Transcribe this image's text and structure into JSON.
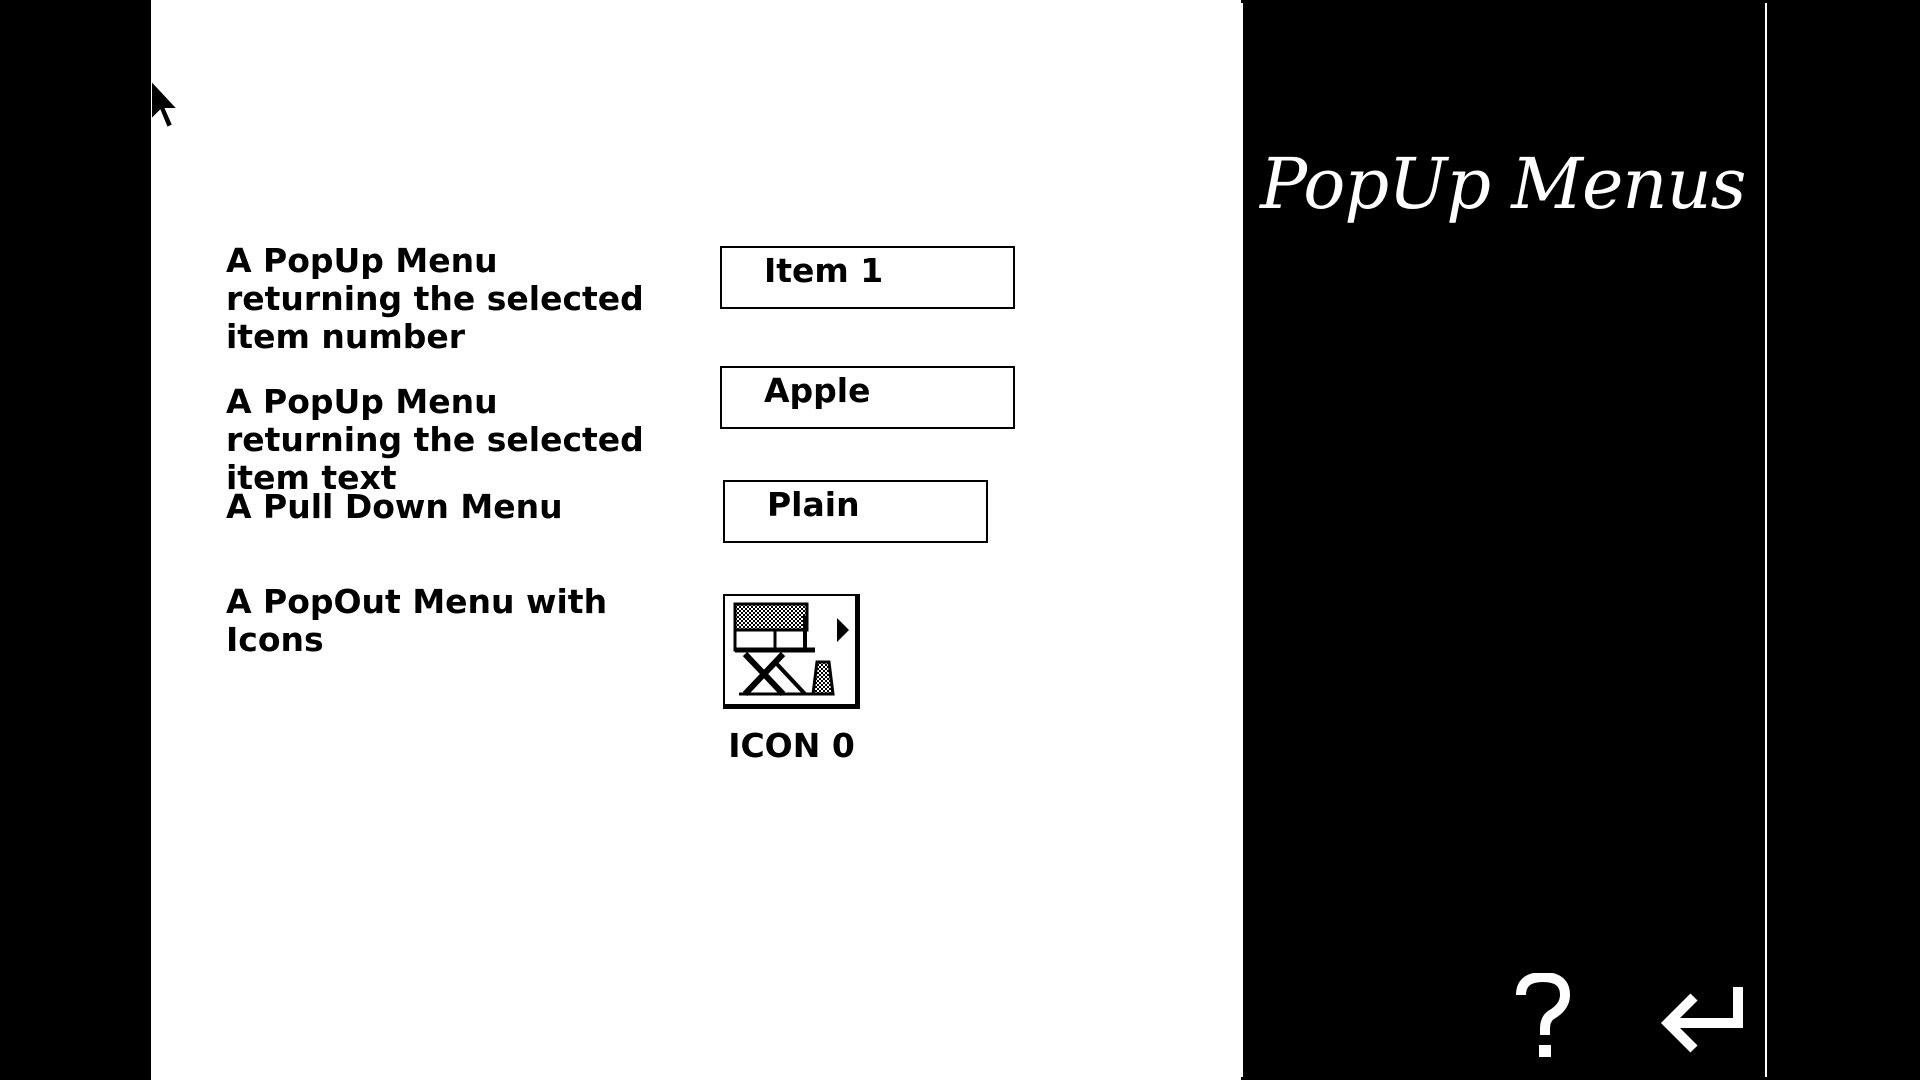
{
  "panel": {
    "title": "PopUp Menus"
  },
  "rows": [
    {
      "label": "A PopUp Menu returning the selected item number",
      "value": "Item 1"
    },
    {
      "label": "A PopUp Menu returning the selected item text",
      "value": "Apple"
    },
    {
      "label": "A Pull Down Menu",
      "value": "Plain"
    },
    {
      "label": "A PopOut Menu with Icons",
      "caption": "ICON 0"
    }
  ],
  "icons": {
    "popout": "directors-chair-icon",
    "help": "question-mark-icon",
    "back": "return-arrow-icon",
    "cursor": "arrow-cursor-icon"
  },
  "colors": {
    "background": "#000000",
    "content": "#ffffff",
    "text": "#000000",
    "panel_text": "#ffffff"
  }
}
